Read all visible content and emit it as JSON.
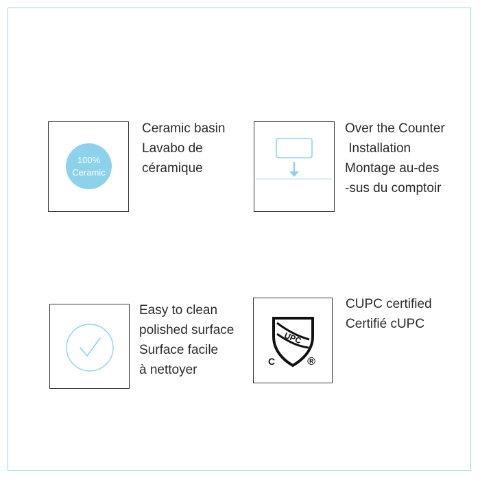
{
  "features": [
    {
      "lines": [
        "Ceramic basin",
        "Lavabo de",
        "céramique"
      ],
      "badge": [
        "100%",
        "Ceramic"
      ],
      "icon": "ceramic-badge-icon"
    },
    {
      "lines": [
        "Over the Counter",
        " Installation",
        "Montage au-des",
        "-sus du comptoir"
      ],
      "icon": "over-counter-install-icon"
    },
    {
      "lines": [
        "Easy to clean",
        "polished surface",
        "Surface facile",
        "à nettoyer"
      ],
      "icon": "checkmark-circle-icon"
    },
    {
      "lines": [
        "CUPC certified",
        "Certifié cUPC"
      ],
      "icon": "cupc-shield-icon",
      "logo_text": [
        "UPC",
        "C",
        "®"
      ]
    }
  ],
  "colors": {
    "accent": "#8cd2ea",
    "border": "#8fd8e2",
    "box": "#333333",
    "text": "#2b2b2b"
  }
}
